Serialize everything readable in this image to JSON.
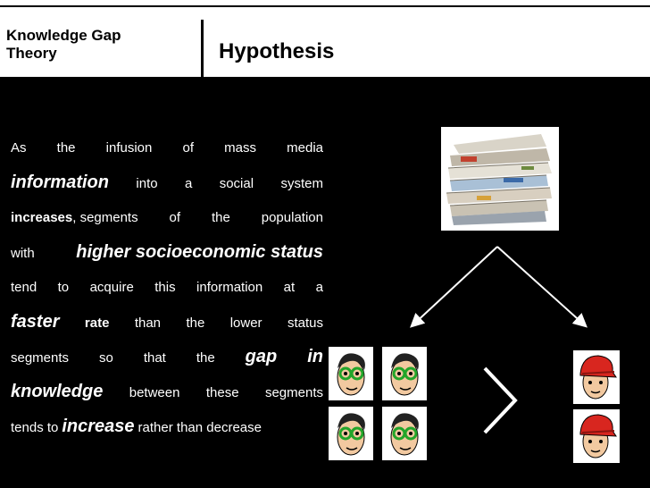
{
  "header": {
    "title_left_line1": "Knowledge Gap",
    "title_left_line2": "Theory",
    "title_main": "Hypothesis"
  },
  "body": {
    "l1": [
      "As",
      "the",
      "infusion",
      "of",
      "mass",
      "media"
    ],
    "l2": [
      "information",
      "into",
      "a",
      "social",
      "system"
    ],
    "l3": [
      "increases",
      ", segments",
      "of",
      "the",
      "population"
    ],
    "l4": [
      "with",
      "higher socioeconomic status"
    ],
    "l5": [
      "tend",
      "to",
      "acquire",
      "this",
      "information",
      "at",
      "a"
    ],
    "l6": [
      "faster",
      "rate",
      "than",
      "the",
      "lower",
      "status"
    ],
    "l7": [
      "segments",
      "so",
      "that",
      "the",
      "gap",
      "in"
    ],
    "l8": [
      "knowledge",
      "between",
      "these",
      "segments"
    ],
    "l9": [
      "tends to",
      "increase",
      "rather than decrease"
    ]
  },
  "colors": {
    "background": "#000000",
    "header": "#ffffff",
    "text": "#ffffff",
    "glasses": "#22a52a",
    "cap": "#d8261f"
  }
}
